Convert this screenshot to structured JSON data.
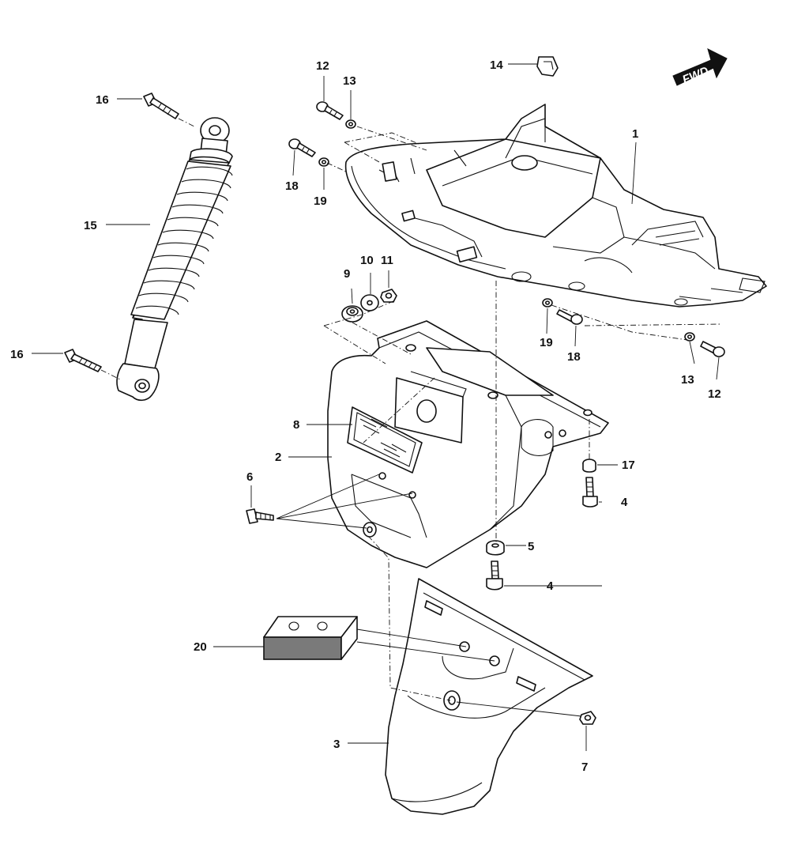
{
  "direction_label": "FWD",
  "callouts": {
    "c1": "1",
    "c2": "2",
    "c3": "3",
    "c4a": "4",
    "c4b": "4",
    "c5": "5",
    "c6": "6",
    "c7": "7",
    "c8": "8",
    "c9": "9",
    "c10": "10",
    "c11": "11",
    "c12a": "12",
    "c12b": "12",
    "c13a": "13",
    "c13b": "13",
    "c14": "14",
    "c15": "15",
    "c16a": "16",
    "c16b": "16",
    "c17": "17",
    "c18a": "18",
    "c18b": "18",
    "c19a": "19",
    "c19b": "19",
    "c20": "20"
  },
  "colors": {
    "line": "#111111",
    "background": "#ffffff",
    "sponge_side": "#7a7a7a",
    "fwd_badge": "#111111"
  }
}
